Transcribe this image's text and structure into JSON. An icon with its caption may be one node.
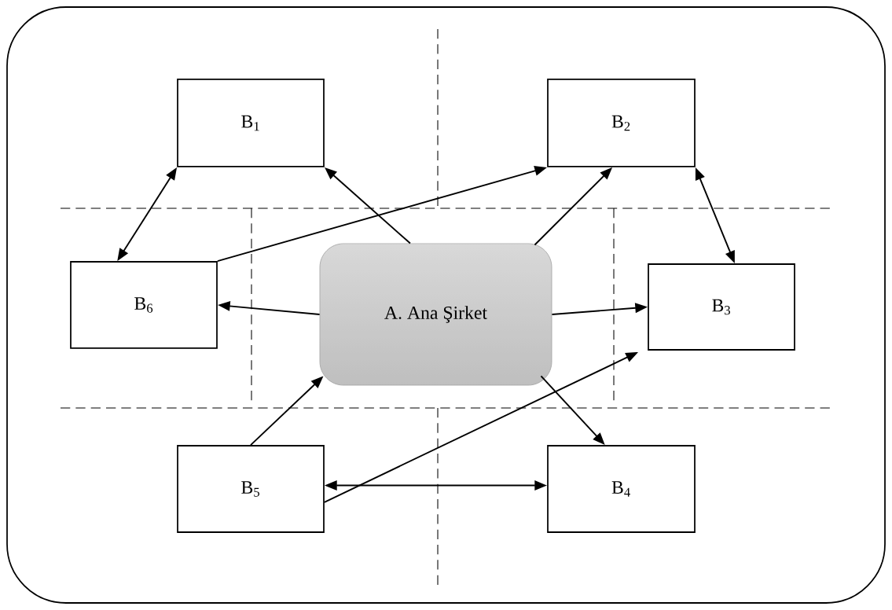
{
  "diagram": {
    "nodes": [
      {
        "text": [
          "B$_{1}$"
        ]
      },
      {
        "text": [
          "B$_{2}$"
        ]
      },
      {
        "text": [
          "B$_{6}$"
        ]
      },
      {
        "text": [
          "A. Ana Şirket"
        ]
      },
      {
        "text": [
          "B$_{3}$"
        ]
      },
      {
        "text": [
          "B$_{5}$"
        ]
      },
      {
        "text": [
          "B$_{4}$"
        ]
      }
    ],
    "edges": [
      {
        "from": 3,
        "to": 0,
        "arrow": "to"
      },
      {
        "from": 2,
        "to": 0,
        "arrow": "both"
      },
      {
        "from": 2,
        "to": 1,
        "arrow": "to"
      },
      {
        "from": 3,
        "to": 1,
        "arrow": "to"
      },
      {
        "from": 1,
        "to": 4,
        "arrow": "both"
      },
      {
        "from": 3,
        "to": 2,
        "arrow": "to"
      },
      {
        "from": 3,
        "to": 4,
        "arrow": "to"
      },
      {
        "from": 5,
        "to": 3,
        "arrow": "to"
      },
      {
        "from": 3,
        "to": 6,
        "arrow": "to"
      },
      {
        "from": 5,
        "to": 4,
        "arrow": "to"
      },
      {
        "from": 5,
        "to": 6,
        "arrow": "both"
      }
    ]
  }
}
